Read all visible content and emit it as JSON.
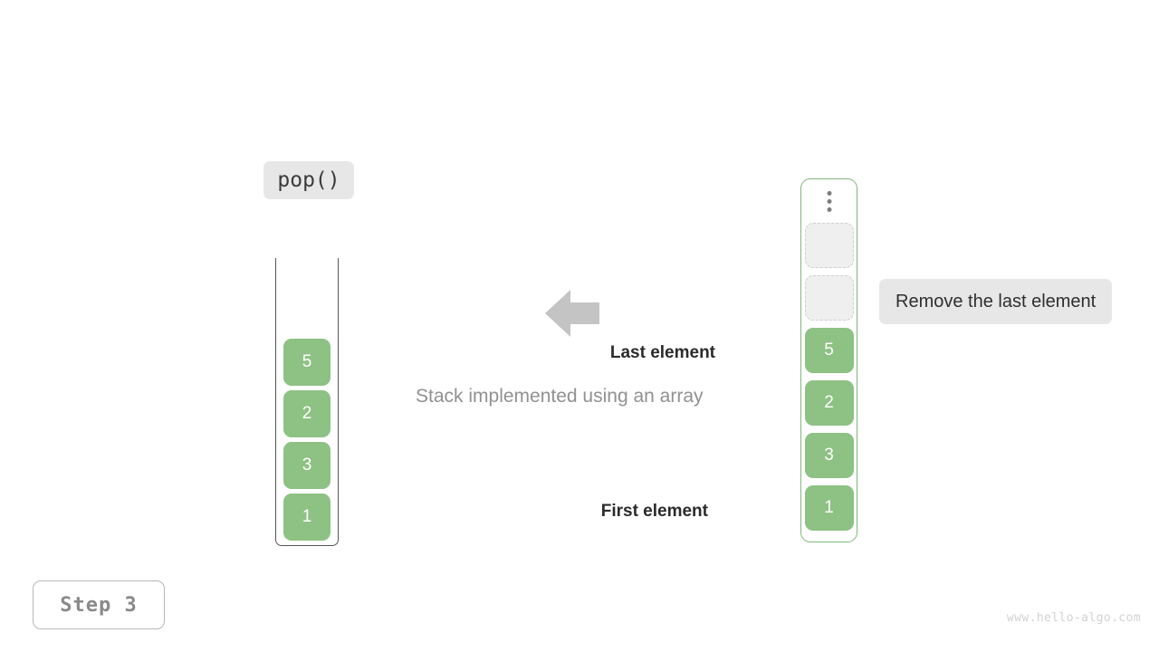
{
  "operation": {
    "label": "pop()"
  },
  "note": {
    "label": "Remove the last element"
  },
  "caption": {
    "text": "Stack implemented using an array"
  },
  "labels": {
    "last_element": "Last element",
    "first_element": "First element"
  },
  "step": {
    "label": "Step 3"
  },
  "watermark": {
    "text": "www.hello-algo.com"
  },
  "arrow": {
    "direction": "left",
    "color": "#c4c4c4"
  },
  "colors": {
    "element_green": "#8ec184",
    "container_green_border": "#7fb97a",
    "empty_slot_fill": "#efefef",
    "empty_slot_border": "#cfcfcf",
    "badge_gray": "#e7e7e7",
    "caption_gray": "#919191"
  },
  "stack_left": {
    "name": "stack-open-container",
    "elements": [
      {
        "value": "5"
      },
      {
        "value": "2"
      },
      {
        "value": "3"
      },
      {
        "value": "1"
      }
    ]
  },
  "stack_right": {
    "name": "array-container",
    "overflow_indicator": "vertical-ellipsis",
    "empty_slots": 2,
    "elements": [
      {
        "value": "5"
      },
      {
        "value": "2"
      },
      {
        "value": "3"
      },
      {
        "value": "1"
      }
    ]
  }
}
